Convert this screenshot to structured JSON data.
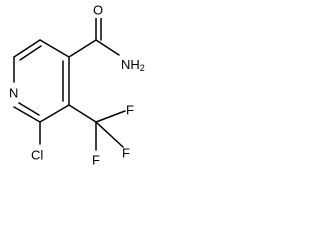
{
  "molecule": {
    "atoms": {
      "ring_nitrogen": "N",
      "chlorine": "Cl",
      "carbonyl_oxygen": "O",
      "amide_nitrogen": "NH",
      "amide_subscript": "2",
      "fluorine_1": "F",
      "fluorine_2": "F",
      "fluorine_3": "F"
    },
    "colors": {
      "line": "#000000",
      "background": "#ffffff"
    }
  }
}
